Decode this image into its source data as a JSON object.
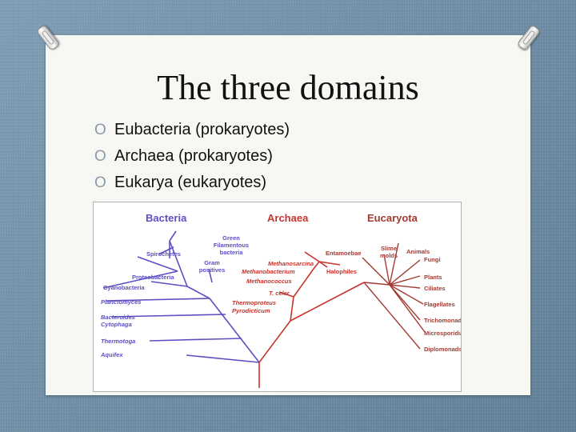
{
  "slide": {
    "title": "The three domains",
    "bullet_marker": "O",
    "bullets": [
      "Eubacteria (prokaryotes)",
      "Archaea (prokaryotes)",
      "Eukarya (eukaryotes)"
    ]
  },
  "tree": {
    "colors": {
      "bacteria": "#5b4fc4",
      "archaea": "#c8342b",
      "eucaryota": "#a33a32"
    },
    "domains": {
      "bacteria": "Bacteria",
      "archaea": "Archaea",
      "eucaryota": "Eucaryota"
    },
    "bacteria": {
      "green_filamentous": [
        "Green",
        "Filamentous",
        "bacteria"
      ],
      "spirochetes": "Spirochetes",
      "gram_positives": [
        "Gram",
        "positives"
      ],
      "proteobacteria": "Proteobacteria",
      "cyanobacteria": "Cyanobacteria",
      "planctomyces": "Planctomyces",
      "bacteroides": [
        "Bacteroides",
        "Cytophaga"
      ],
      "thermotoga": "Thermotoga",
      "aquifex": "Aquifex"
    },
    "archaea": {
      "methanosarcina": "Methanosarcina",
      "methanobacterium": "Methanobacterium",
      "halophiles": "Halophiles",
      "methanococcus": "Methanococcus",
      "t_celer": "T. celer",
      "thermoproteus": "Thermoproteus",
      "pyrodicticum": "Pyrodicticum"
    },
    "eucaryota": {
      "entamoebae": "Entamoebae",
      "slime_molds": [
        "Slime",
        "molds"
      ],
      "animals": "Animals",
      "fungi": "Fungi",
      "plants": "Plants",
      "ciliates": "Ciliates",
      "flagellates": "Flagellates",
      "trichomonads": "Trichomonads",
      "microsporidia": "Microsporidia",
      "diplomonads": "Diplomonads"
    }
  }
}
